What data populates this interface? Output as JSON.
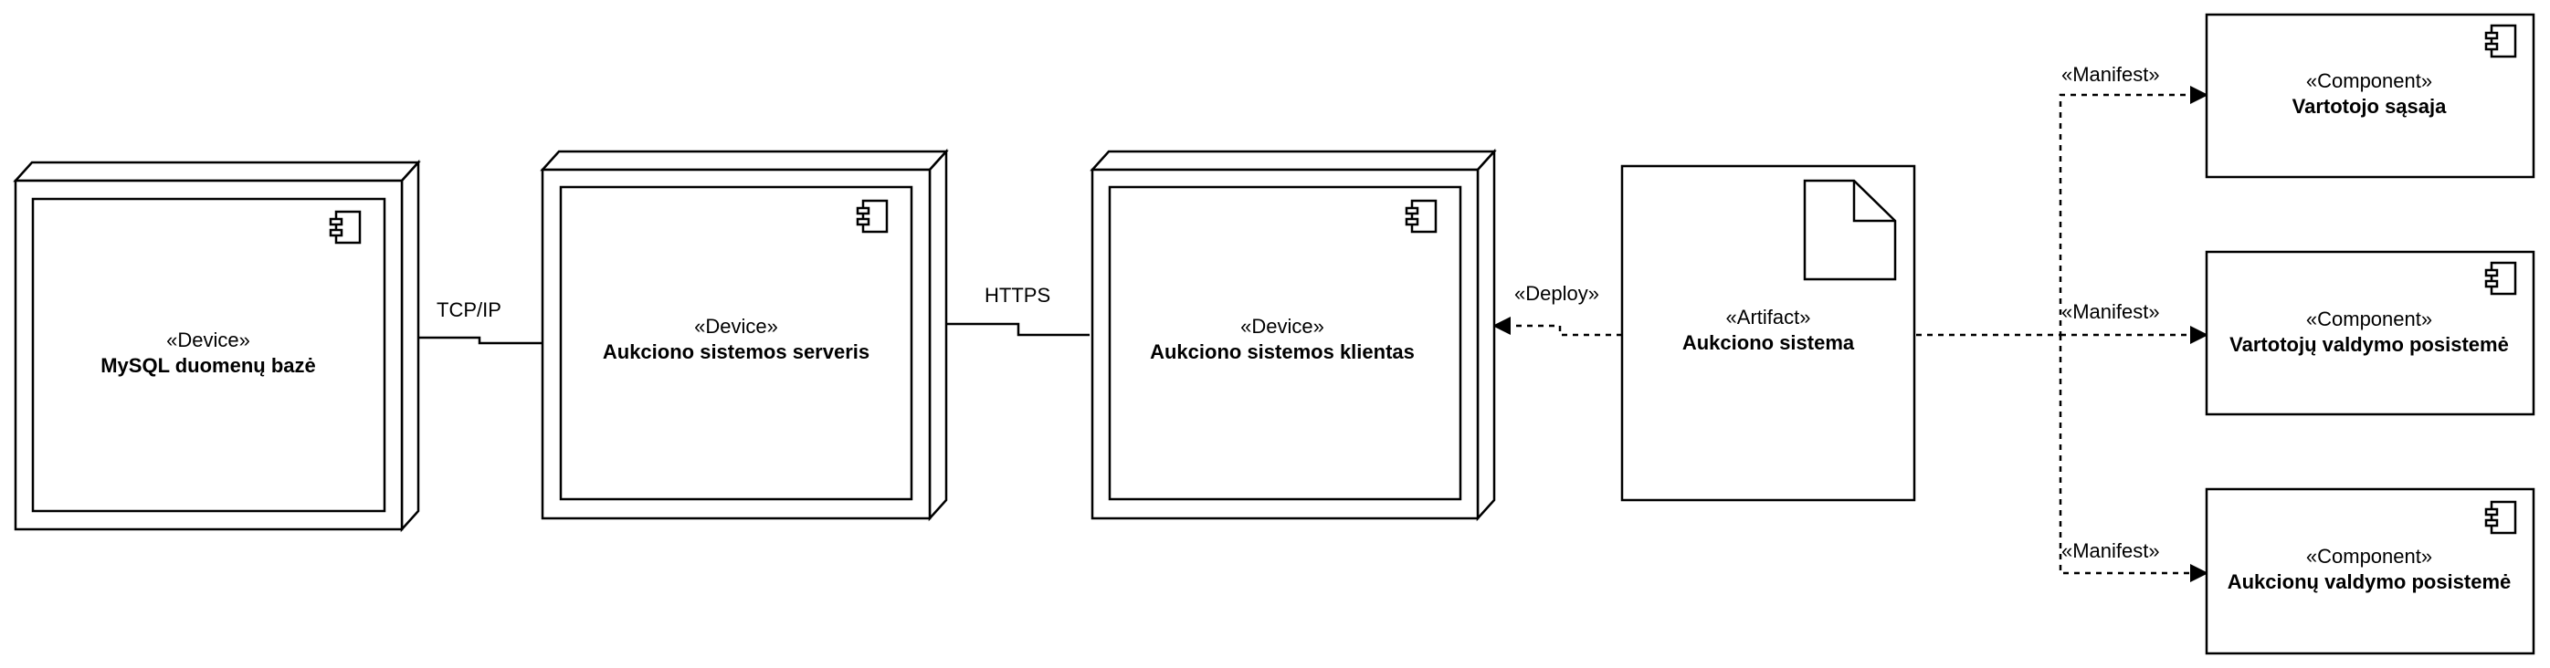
{
  "devices": [
    {
      "id": "db",
      "stereotype": "«Device»",
      "name": "MySQL duomenų bazė"
    },
    {
      "id": "server",
      "stereotype": "«Device»",
      "name": "Aukciono sistemos serveris"
    },
    {
      "id": "client",
      "stereotype": "«Device»",
      "name": "Aukciono sistemos klientas"
    }
  ],
  "artifact": {
    "stereotype": "«Artifact»",
    "name": "Aukciono sistema"
  },
  "components": [
    {
      "stereotype": "«Component»",
      "name": "Vartotojo sąsaja"
    },
    {
      "stereotype": "«Component»",
      "name": "Vartotojų valdymo posistemė"
    },
    {
      "stereotype": "«Component»",
      "name": "Aukcionų valdymo posistemė"
    }
  ],
  "connections": {
    "db_server": "TCP/IP",
    "server_client": "HTTPS",
    "deploy": "«Deploy»",
    "manifest": [
      "«Manifest»",
      "«Manifest»",
      "«Manifest»"
    ]
  },
  "icons": [
    "component-icon",
    "artifact-document-icon"
  ]
}
